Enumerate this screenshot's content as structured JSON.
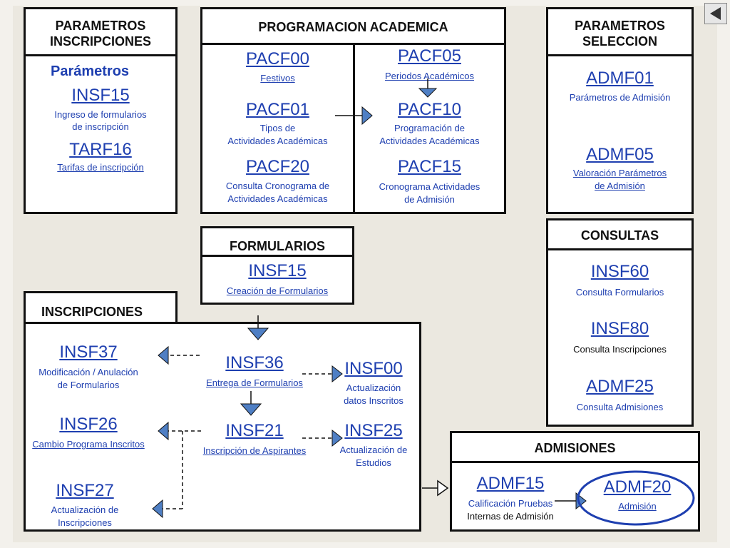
{
  "inscripciones_params": {
    "title": "PARAMETROS INSCRIPCIONES",
    "label": "Parámetros",
    "items": [
      {
        "code": "INSF15",
        "desc1": "Ingreso de formularios",
        "desc2": "de inscripción"
      },
      {
        "code": "TARF16",
        "desc1": "Tarifas de inscripción"
      }
    ]
  },
  "programacion": {
    "title": "PROGRAMACION ACADEMICA",
    "left": [
      {
        "code": "PACF00",
        "desc1": "Festivos"
      },
      {
        "code": "PACF01",
        "desc1": "Tipos de",
        "desc2": "Actividades Académicas"
      },
      {
        "code": "PACF20",
        "desc1": "Consulta Cronograma de",
        "desc2": "Actividades Académicas"
      }
    ],
    "right": [
      {
        "code": "PACF05",
        "desc1": "Periodos Académicos"
      },
      {
        "code": "PACF10",
        "desc1": "Programación de",
        "desc2": "Actividades Académicas"
      },
      {
        "code": "PACF15",
        "desc1": "Cronograma Actividades",
        "desc2": "de Admisión"
      }
    ]
  },
  "seleccion": {
    "title": "PARAMETROS SELECCION",
    "items": [
      {
        "code": "ADMF01",
        "desc1": "Parámetros de Admisión"
      },
      {
        "code": "ADMF05",
        "desc1": "Valoración Parámetros",
        "desc2": " de Admisión"
      }
    ]
  },
  "formularios": {
    "title": "FORMULARIOS",
    "item": {
      "code": "INSF15",
      "desc1": "Creación de Formularios"
    }
  },
  "consultas": {
    "title": "CONSULTAS",
    "items": [
      {
        "code": "INSF60",
        "desc1": "Consulta Formularios"
      },
      {
        "code": "INSF80",
        "desc1": "Consulta Inscripciones"
      },
      {
        "code": "ADMF25",
        "desc1": "Consulta Admisiones"
      }
    ]
  },
  "inscripciones": {
    "title": "INSCRIPCIONES",
    "insf37": {
      "code": "INSF37",
      "desc1": "Modificación / Anulación",
      "desc2": "de Formularios"
    },
    "insf26": {
      "code": "INSF26",
      "desc1": "Cambio Programa Inscritos"
    },
    "insf27": {
      "code": "INSF27",
      "desc1": "Actualización de",
      "desc2": "Inscripciones"
    },
    "insf36": {
      "code": "INSF36",
      "desc1": "Entrega de Formularios"
    },
    "insf21": {
      "code": "INSF21",
      "desc1": "Inscripción de Aspirantes"
    },
    "insf00": {
      "code": "INSF00",
      "desc1": "Actualización",
      "desc2": "datos Inscritos"
    },
    "insf25": {
      "code": "INSF25",
      "desc1": "Actualización de",
      "desc2": "Estudios"
    }
  },
  "admisiones": {
    "title": "ADMISIONES",
    "admf15": {
      "code": "ADMF15",
      "desc1": "Calificación Pruebas",
      "desc2": "Internas de Admisión"
    },
    "admf20": {
      "code": "ADMF20",
      "desc1": "Admisión"
    }
  },
  "colors": {
    "link": "#1e3fb0",
    "arrow": "#4f7fc4",
    "border": "#111111",
    "highlight_ellipse": "#1e3fb0"
  },
  "nav": {
    "icon": "back-arrow-icon"
  }
}
